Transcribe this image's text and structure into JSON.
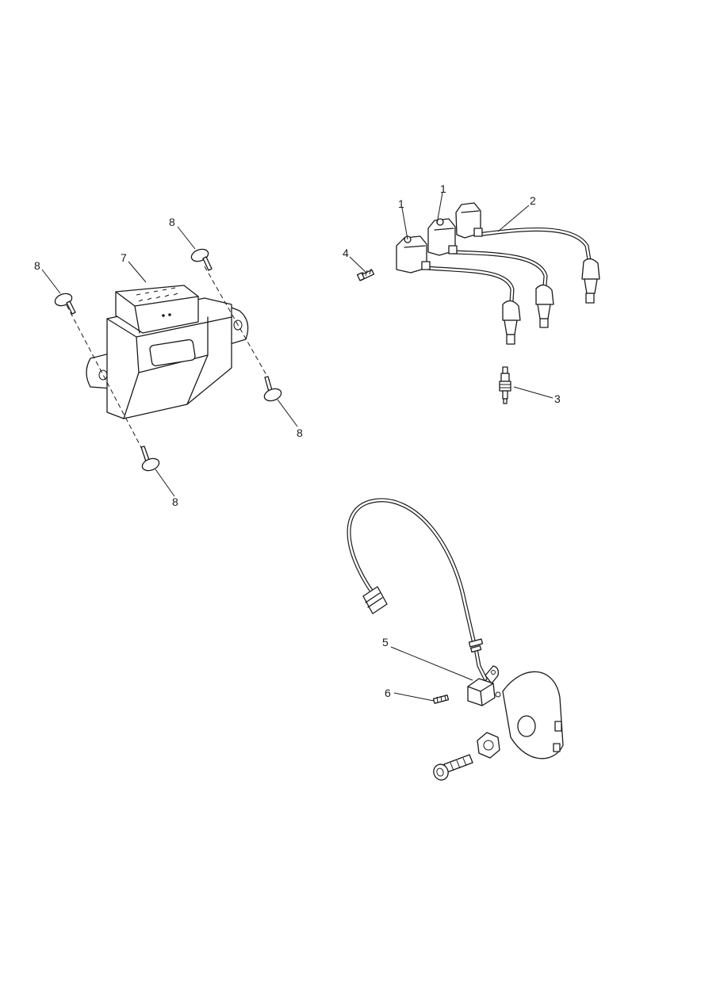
{
  "callouts": {
    "coil_rear": "1",
    "coil_mid": "1",
    "ht_lead": "2",
    "spark_plug": "3",
    "coil_screw": "4",
    "pickup": "5",
    "pickup_screw": "6",
    "ecu": "7",
    "ecu_bolt_tl": "8",
    "ecu_bolt_top": "8",
    "ecu_bolt_right": "8",
    "ecu_bolt_bottom": "8"
  }
}
